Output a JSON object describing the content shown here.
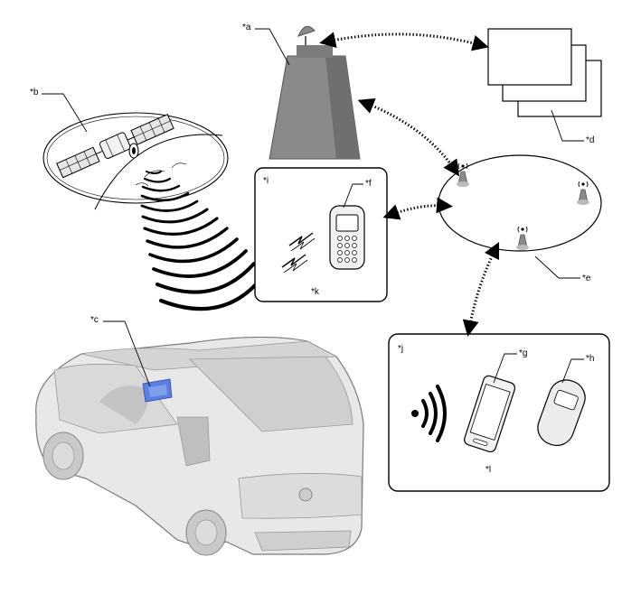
{
  "labels": {
    "a": "*a",
    "b": "*b",
    "c": "*c",
    "d": "*d",
    "e": "*e",
    "f": "*f",
    "g": "*g",
    "h": "*h",
    "i": "*i",
    "j": "*j",
    "k": "*k",
    "l": "*l"
  },
  "colors": {
    "outline": "#000000",
    "building": "#8a8a8a",
    "car_body": "#e8e8e8",
    "car_shade": "#c9c9c9",
    "display": "#5b7fe0"
  },
  "icons": {
    "center": "building-with-dish-icon",
    "satellite": "satellite-icon",
    "servers": "stacked-pages-icon",
    "network": "cell-network-icon",
    "phone": "mobile-phone-icon",
    "smartphone": "smartphone-icon",
    "router": "mobile-router-icon",
    "vehicle": "minivan-icon"
  }
}
